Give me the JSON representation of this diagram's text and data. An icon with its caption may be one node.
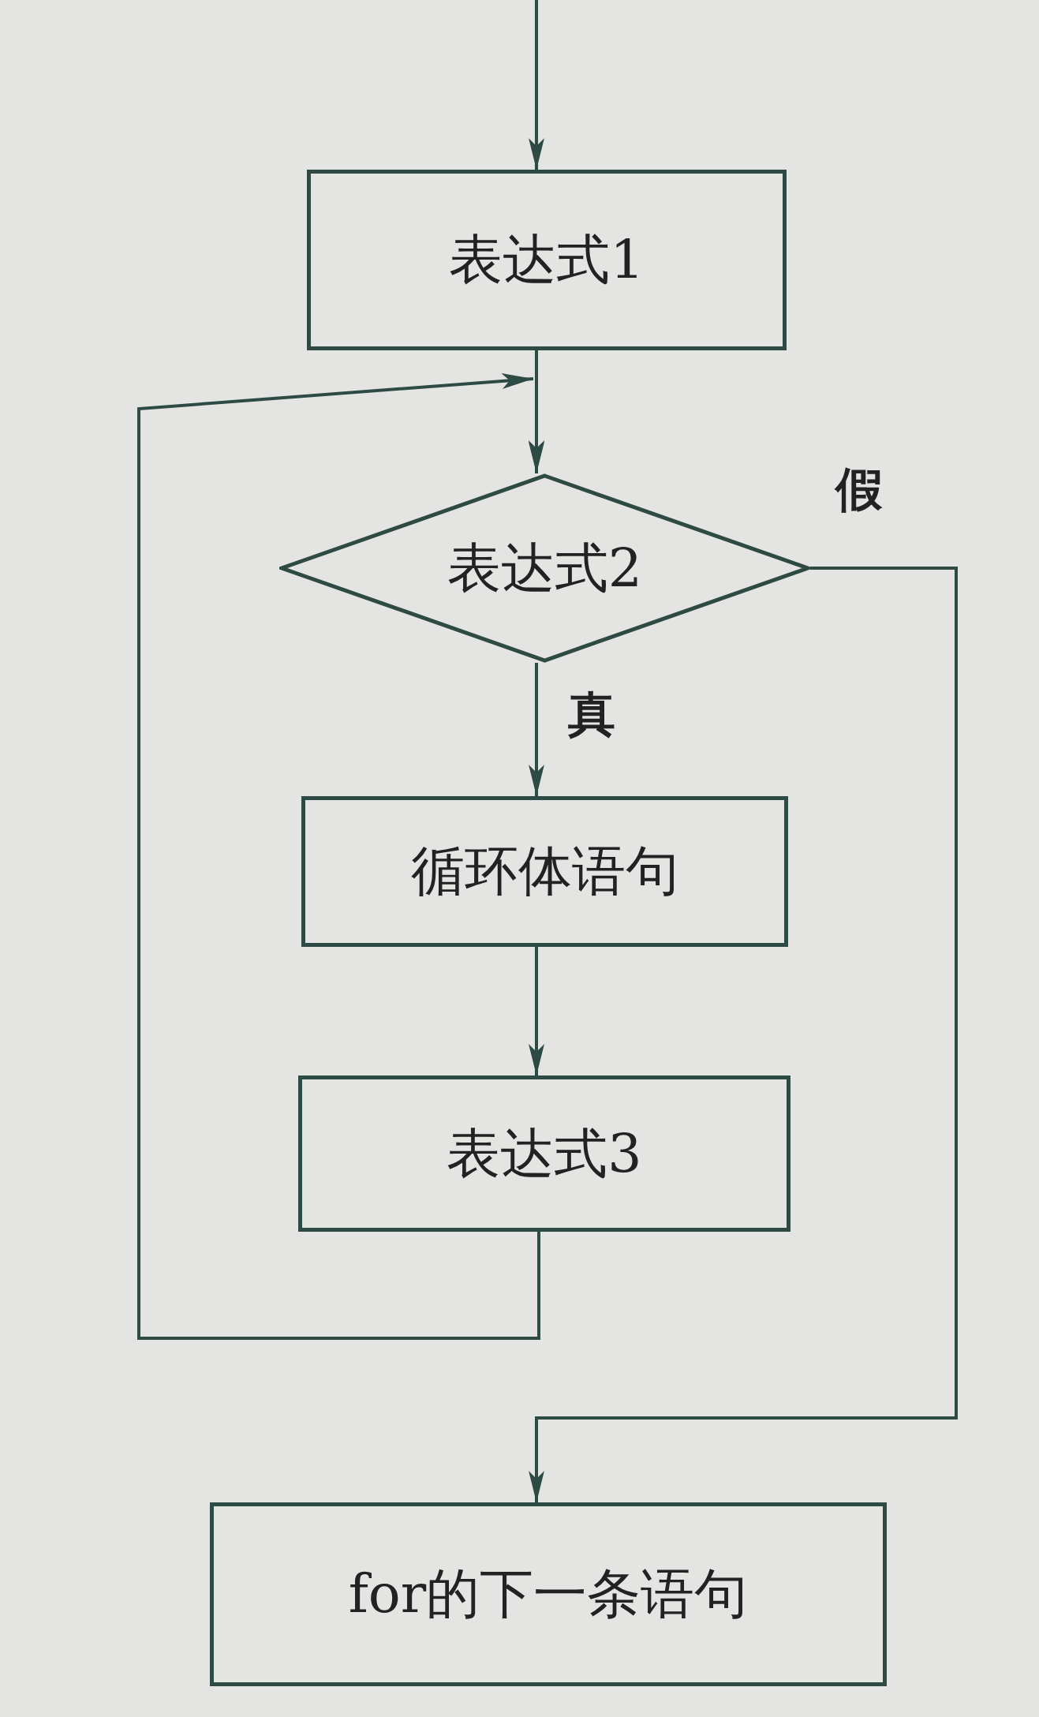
{
  "diagram": {
    "nodes": [
      {
        "text": [
          "表达式1"
        ]
      },
      {
        "text": [
          "表达式2"
        ]
      },
      {
        "text": [
          "循环体语句"
        ]
      },
      {
        "text": [
          "表达式3"
        ]
      },
      {
        "text": [
          "for的下一条语句"
        ]
      }
    ],
    "edges": [
      {
        "from": null,
        "to": 0,
        "arrow": "to"
      },
      {
        "from": 0,
        "to": 1,
        "arrow": "to"
      },
      {
        "from": 1,
        "to": 2,
        "arrow": "to",
        "label": "真"
      },
      {
        "from": 2,
        "to": 3,
        "arrow": "to"
      },
      {
        "from": 3,
        "to": 1,
        "arrow": "to"
      },
      {
        "from": 1,
        "to": 4,
        "arrow": "to",
        "label": "假"
      }
    ]
  }
}
